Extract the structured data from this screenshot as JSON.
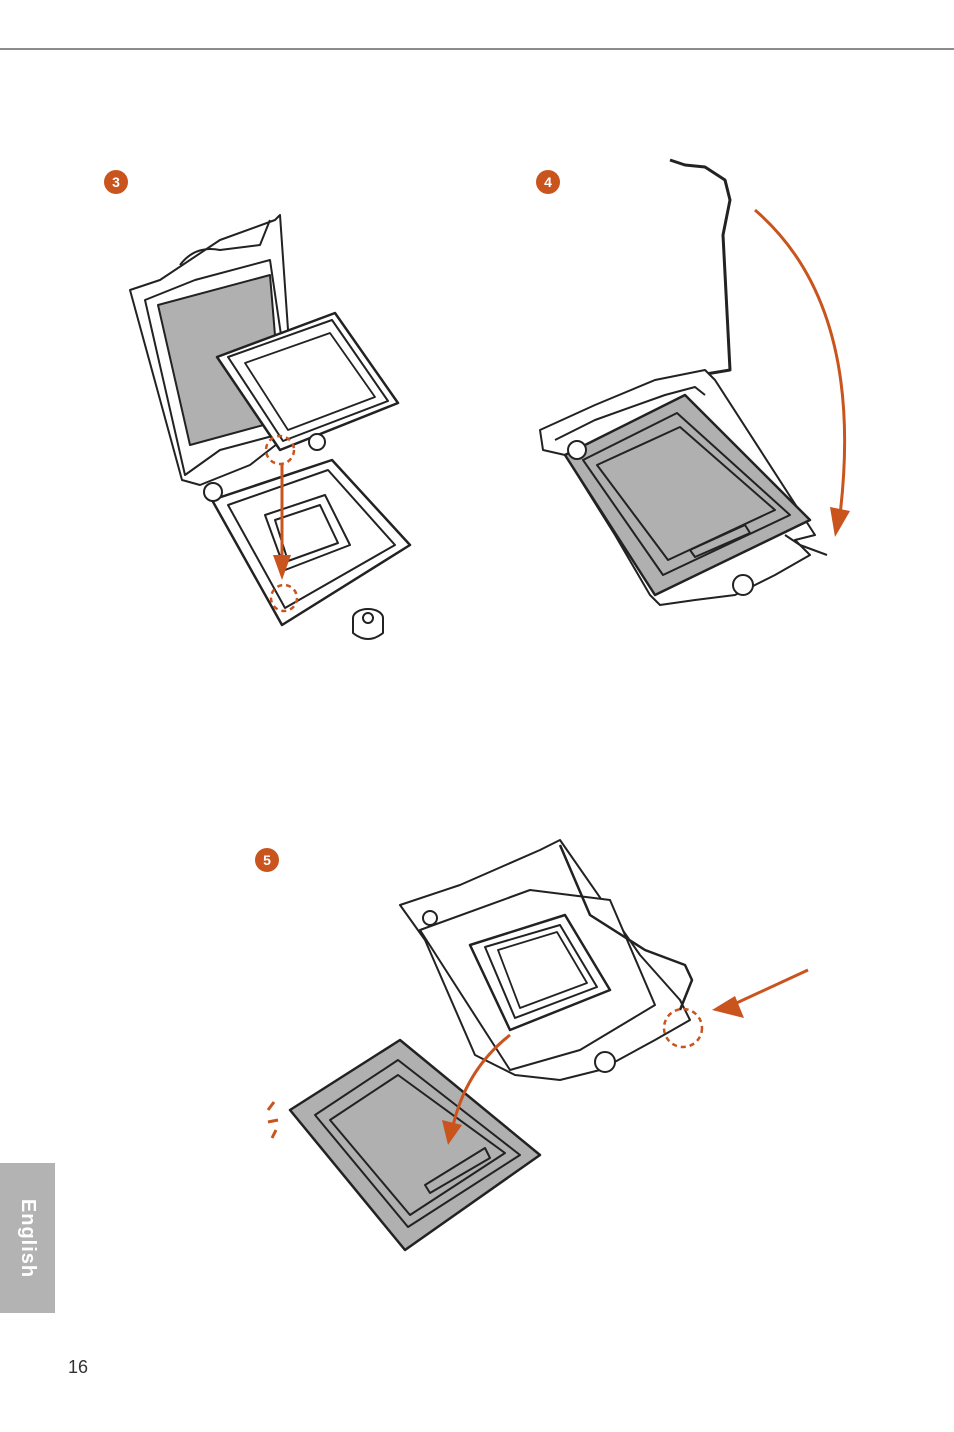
{
  "steps": [
    {
      "label": "3"
    },
    {
      "label": "4"
    },
    {
      "label": "5"
    }
  ],
  "side_tab": {
    "label": "English"
  },
  "page_number": "16",
  "colors": {
    "accent": "#c9541d",
    "tab": "#b3b3b3",
    "rule": "#8c8c8c",
    "part_fill": "#b0b0b0",
    "outline": "#222222"
  },
  "icons": {
    "socket": "cpu-socket-illustration",
    "arrow": "orange-curved-arrow",
    "marker": "dashed-circle-marker"
  }
}
